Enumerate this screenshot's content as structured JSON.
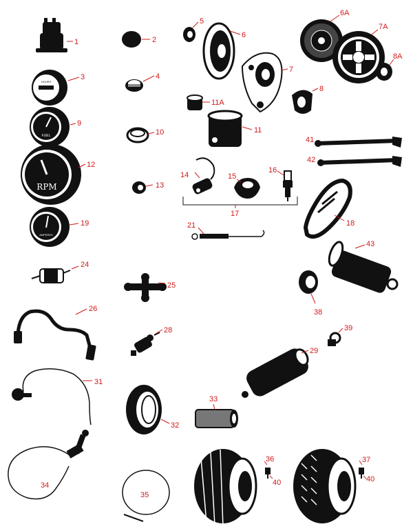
{
  "colors": {
    "callout": "#d11a1a",
    "part": "#111111",
    "background": "#ffffff"
  },
  "gauges": {
    "tach_text": "RPM",
    "speedo_text": "",
    "fuel_text": "FUEL",
    "amp_text": "AMPERES",
    "hour_text": "HOURS"
  },
  "callouts": {
    "c1": "1",
    "c2": "2",
    "c3": "3",
    "c4": "4",
    "c5": "5",
    "c6": "6",
    "c6a": "6A",
    "c7": "7",
    "c7a": "7A",
    "c8": "8",
    "c8a": "8A",
    "c9": "9",
    "c10": "10",
    "c11": "11",
    "c11a": "11A",
    "c12": "12",
    "c13": "13",
    "c14": "14",
    "c15": "15",
    "c16": "16",
    "c17": "17",
    "c18": "18",
    "c19": "19",
    "c21": "21",
    "c24": "24",
    "c25": "25",
    "c26": "26",
    "c28": "28",
    "c29": "29",
    "c31": "31",
    "c32": "32",
    "c33": "33",
    "c34": "34",
    "c35": "35",
    "c36": "36",
    "c37": "37",
    "c38": "38",
    "c39": "39",
    "c40a": "40",
    "c40b": "40",
    "c41": "41",
    "c42": "42",
    "c43": "43"
  }
}
